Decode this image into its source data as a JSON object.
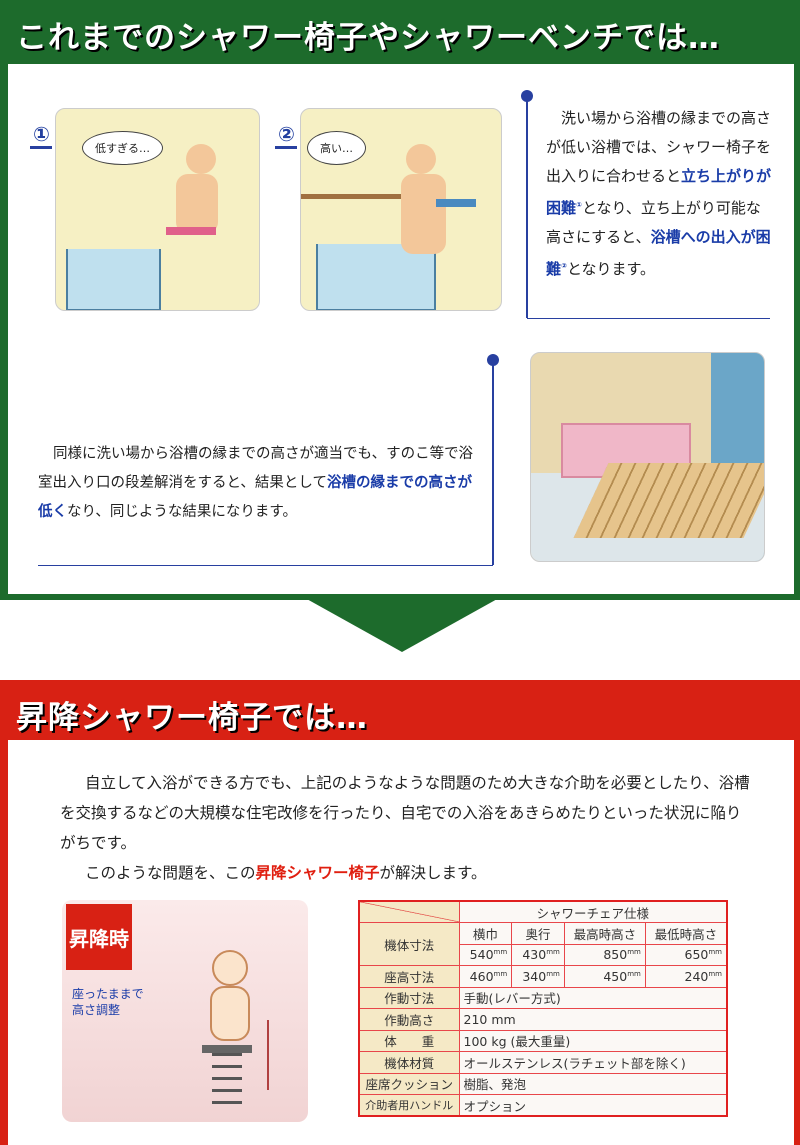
{
  "section1": {
    "title": "これまでのシャワー椅子やシャワーベンチでは…",
    "panel1": {
      "num": "①",
      "bubble": "低すぎる…"
    },
    "panel2": {
      "num": "②",
      "bubble": "高い…"
    },
    "text1": {
      "p1": "洗い場から浴槽の縁までの高さが低い浴槽では、シャワー椅子を出入りに合わせると",
      "h1": "立ち上がりが困難",
      "s1": "①",
      "p2": "となり、立ち上がり可能な高さにすると、",
      "h2": "浴槽への出入が困難",
      "s2": "②",
      "p3": "となります。"
    },
    "text2": {
      "p1": "同様に洗い場から浴槽の縁までの高さが適当でも、すのこ等で浴室出入り口の段差解消をすると、結果として",
      "h1": "浴槽の縁までの高さが低く",
      "p2": "なり、同じような結果になります。"
    }
  },
  "section2": {
    "title": "昇降シャワー椅子では…",
    "para": {
      "p1": "自立して入浴ができる方でも、上記のようなような問題のため大きな介助を必要としたり、浴槽を交換するなどの大規模な住宅改修を行ったり、自宅での入浴をあきらめたりといった状況に陥りがちです。",
      "p2a": "このような問題を、この",
      "p2h": "昇降シャワー椅子",
      "p2b": "が解決します。"
    },
    "label": "昇降時",
    "caption1": "座ったままで",
    "caption2": "高さ調整",
    "table": {
      "header": "シャワーチェア仕様",
      "k1": "機体寸法",
      "cols": [
        "横巾",
        "奥行",
        "最高時高さ",
        "最低時高さ"
      ],
      "body": [
        "540",
        "430",
        "850",
        "650"
      ],
      "k2": "座高寸法",
      "seat": [
        "460",
        "340",
        "450",
        "240"
      ],
      "unit": "mm",
      "rows": [
        {
          "k": "作動寸法",
          "v": "手動(レバー方式)"
        },
        {
          "k": "作動高さ",
          "v": "210 mm"
        },
        {
          "k": "体　　重",
          "v": "100 kg (最大重量)"
        },
        {
          "k": "機体材質",
          "v": "オールステンレス(ラチェット部を除く)"
        },
        {
          "k": "座席クッション",
          "v": "樹脂、発泡"
        },
        {
          "k": "介助者用ハンドル",
          "v": "オプション"
        }
      ]
    }
  },
  "colors": {
    "green": "#1d6b2c",
    "red": "#d82114",
    "blue": "#1a3ca8"
  }
}
